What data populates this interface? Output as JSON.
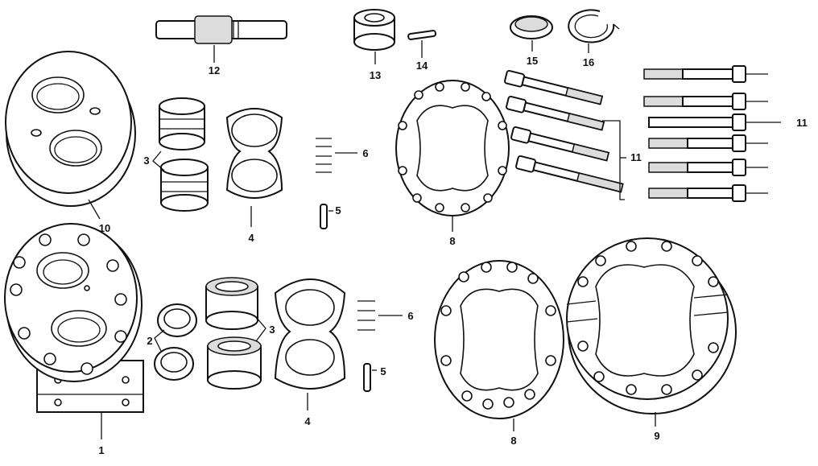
{
  "callouts": {
    "c1": "1",
    "c2": "2",
    "c3a": "3",
    "c3b": "3",
    "c4a": "4",
    "c4b": "4",
    "c5a": "5",
    "c5b": "5",
    "c6a": "6",
    "c6b": "6",
    "c8a": "8",
    "c8b": "8",
    "c9": "9",
    "c10": "10",
    "c11a": "11",
    "c11b": "11",
    "c12": "12",
    "c13": "13",
    "c14": "14",
    "c15": "15",
    "c16": "16"
  },
  "colors": {
    "ink": "#111111",
    "paper": "#ffffff",
    "shade": "#dcdcdc"
  }
}
